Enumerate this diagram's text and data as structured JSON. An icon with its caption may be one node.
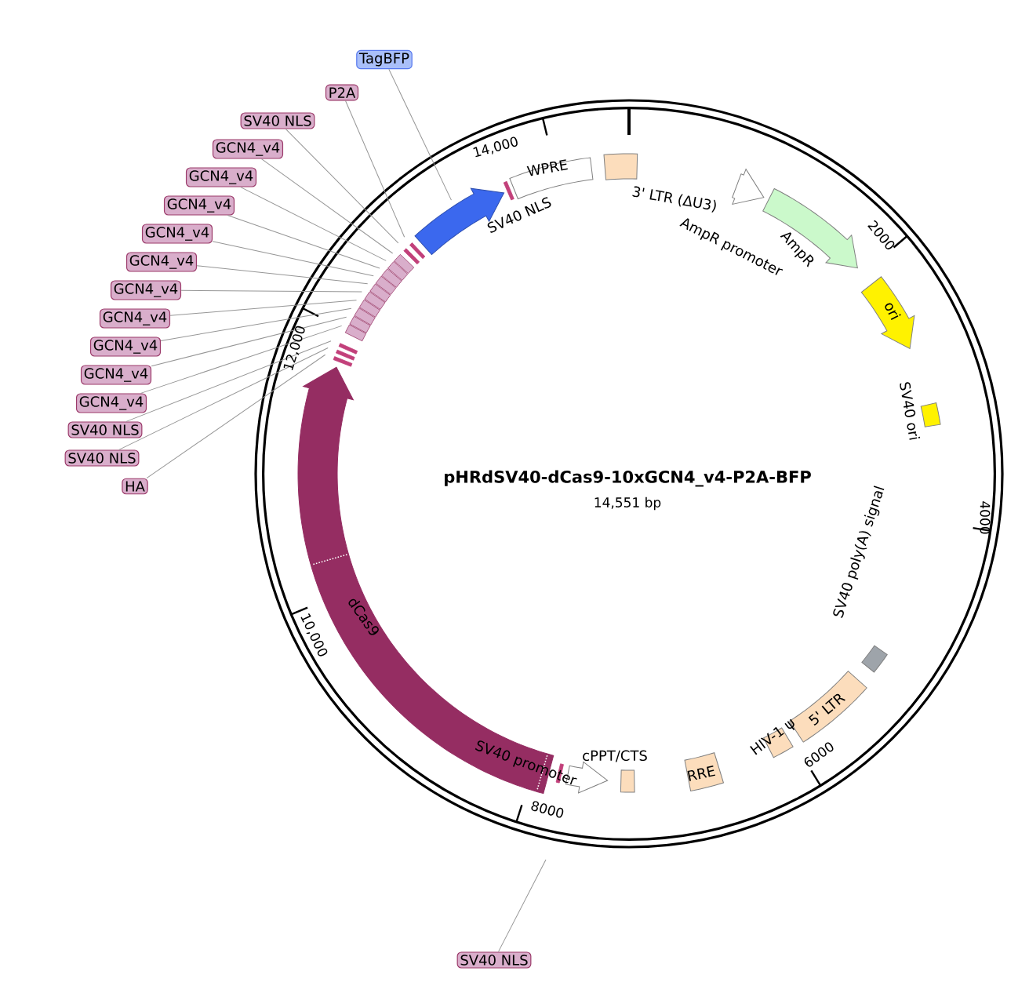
{
  "diagram": {
    "title": "pHRdSV40-dCas9-10xGCN4_v4-P2A-BFP",
    "nodes": [
      {
        "text": [
          "TagBFP"
        ]
      },
      {
        "text": [
          "P2A"
        ]
      },
      {
        "text": [
          "SV40 NLS"
        ]
      },
      {
        "text": [
          "GCN4_v4"
        ]
      },
      {
        "text": [
          "GCN4_v4"
        ]
      },
      {
        "text": [
          "GCN4_v4"
        ]
      },
      {
        "text": [
          "GCN4_v4"
        ]
      },
      {
        "text": [
          "GCN4_v4"
        ]
      },
      {
        "text": [
          "GCN4_v4"
        ]
      },
      {
        "text": [
          "GCN4_v4"
        ]
      },
      {
        "text": [
          "GCN4_v4"
        ]
      },
      {
        "text": [
          "GCN4_v4"
        ]
      },
      {
        "text": [
          "GCN4_v4"
        ]
      },
      {
        "text": [
          "SV40 NLS"
        ]
      },
      {
        "text": [
          "SV40 NLS"
        ]
      },
      {
        "text": [
          "HA"
        ]
      },
      {
        "text": [
          "SV40 NLS"
        ]
      }
    ],
    "edges": [
      {
        "from": 0,
        "to": null,
        "arrow": "none"
      },
      {
        "from": 1,
        "to": null,
        "arrow": "none"
      },
      {
        "from": 2,
        "to": null,
        "arrow": "none"
      },
      {
        "from": 3,
        "to": null,
        "arrow": "none"
      },
      {
        "from": 4,
        "to": null,
        "arrow": "none"
      },
      {
        "from": 5,
        "to": null,
        "arrow": "none"
      },
      {
        "from": 6,
        "to": null,
        "arrow": "none"
      },
      {
        "from": 7,
        "to": null,
        "arrow": "none"
      },
      {
        "from": 8,
        "to": null,
        "arrow": "none"
      },
      {
        "from": 9,
        "to": null,
        "arrow": "none"
      },
      {
        "from": 10,
        "to": null,
        "arrow": "none"
      },
      {
        "from": 11,
        "to": null,
        "arrow": "none"
      },
      {
        "from": 12,
        "to": null,
        "arrow": "none"
      },
      {
        "from": 13,
        "to": null,
        "arrow": "none"
      },
      {
        "from": 14,
        "to": null,
        "arrow": "none"
      },
      {
        "from": 15,
        "to": null,
        "arrow": "none"
      },
      {
        "from": 16,
        "to": null,
        "arrow": "none"
      }
    ],
    "labels": [
      "14,000",
      "WPRE",
      "3' LTR (ΔU3)",
      "SV40 NLS",
      "AmpR promoter",
      "AmpR",
      "2000",
      "ori",
      "12,000",
      "SV40 ori",
      "14,551 bp",
      "4000",
      "SV40 poly(A) signal",
      "10,000",
      "dCas9",
      "HIV-1 ψ",
      "5' LTR",
      "6000",
      "SV40 promoter",
      "cPPT/CTS",
      "RRE",
      "8000"
    ]
  }
}
